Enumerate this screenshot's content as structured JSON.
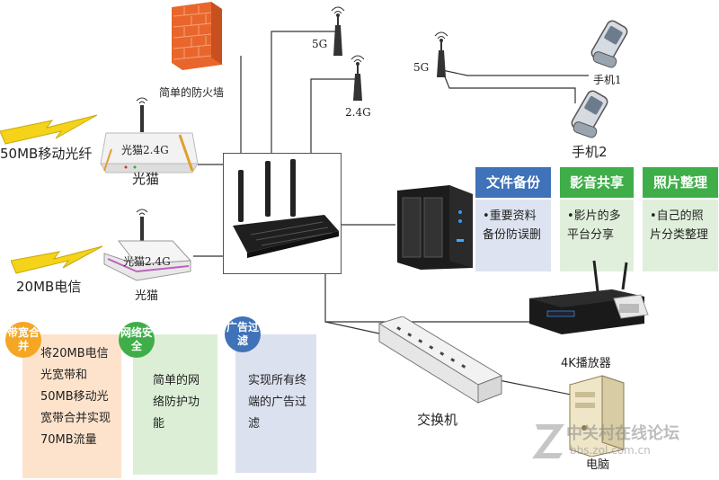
{
  "labels": {
    "firewall": "简单的防火墙",
    "ap_5g_top": "5G",
    "ap_24g": "2.4G",
    "ap_5g_phone": "5G",
    "phone1": "手机1",
    "phone2": "手机2",
    "fiber_line": "50MB移动光纤",
    "modem1_on_device": "光猫2.4G",
    "modem1_name": "光猫",
    "telecom_line": "20MB电信",
    "modem2_on_device": "光猫2.4G",
    "modem2_name": "光猫",
    "player": "4K播放器",
    "switch": "交换机",
    "pc": "电脑",
    "watermark_cn": "中关村在线论坛",
    "watermark_url": "bbs.zol.com.cn"
  },
  "features": [
    {
      "title": "文件备份",
      "text": "•重要资料备份防误删",
      "head_color": "#3f72b8",
      "body_color": "#dde3f0"
    },
    {
      "title": "影音共享",
      "text": "•影片的多平台分享",
      "head_color": "#3fae49",
      "body_color": "#e0efdb"
    },
    {
      "title": "照片整理",
      "text": "•自己的照片分类整理",
      "head_color": "#3fae49",
      "body_color": "#e0efdb"
    }
  ],
  "badges": [
    {
      "title": "带宽合并",
      "text": "将20MB电信光宽带和50MB移动光宽带合并实现70MB流量",
      "badge_color": "#f5a623",
      "body_color": "#fde3cc"
    },
    {
      "title": "网络安全",
      "text": "简单的网络防护功能",
      "badge_color": "#3fae49",
      "body_color": "#dcefd6"
    },
    {
      "title": "广告过滤",
      "text": "实现所有终端的广告过滤",
      "badge_color": "#3f72b8",
      "body_color": "#dce1ef"
    }
  ]
}
